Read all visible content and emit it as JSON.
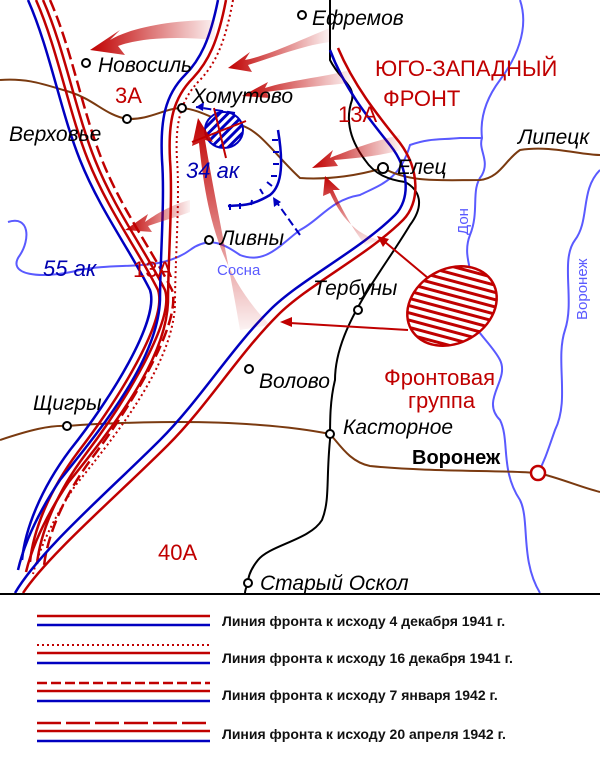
{
  "cities": {
    "efremov": "Ефремов",
    "novosil": "Новосиль",
    "khomutovo": "Хомутово",
    "verkhovye": "Верховье",
    "yelets": "Елец",
    "lipetsk": "Липецк",
    "livny": "Ливны",
    "terbuny": "Тербуны",
    "volovo": "Волово",
    "shchigry": "Щигры",
    "kastornoye": "Касторное",
    "voronezh": "Воронеж",
    "stary_oskol": "Старый Оскол"
  },
  "armies": {
    "a3": "3А",
    "a13_east": "13А",
    "a13_west": "13А",
    "a40": "40А",
    "front_line1": "ЮГО-ЗАПАДНЫЙ",
    "front_line2": "ФРОНТ",
    "group_line1": "Фронтовая",
    "group_line2": "группа"
  },
  "german_corps": {
    "c34": "34 ак",
    "c55": "55 ак"
  },
  "rivers": {
    "sosna": "Сосна",
    "don": "Дон",
    "voronezh": "Воронеж"
  },
  "legend": [
    {
      "label": "Линия фронта к исходу 4 декабря 1941 г."
    },
    {
      "label": "Линия фронта к исходу 16 декабря 1941 г."
    },
    {
      "label": "Линия фронта к исходу 7 января 1942 г."
    },
    {
      "label": "Линия фронта к исходу 20 апреля 1942 г."
    }
  ],
  "colors": {
    "soviet": "#c00000",
    "german": "#0000c0",
    "river": "#5a5aff",
    "road": "#7a3a10",
    "rail": "#000000"
  }
}
